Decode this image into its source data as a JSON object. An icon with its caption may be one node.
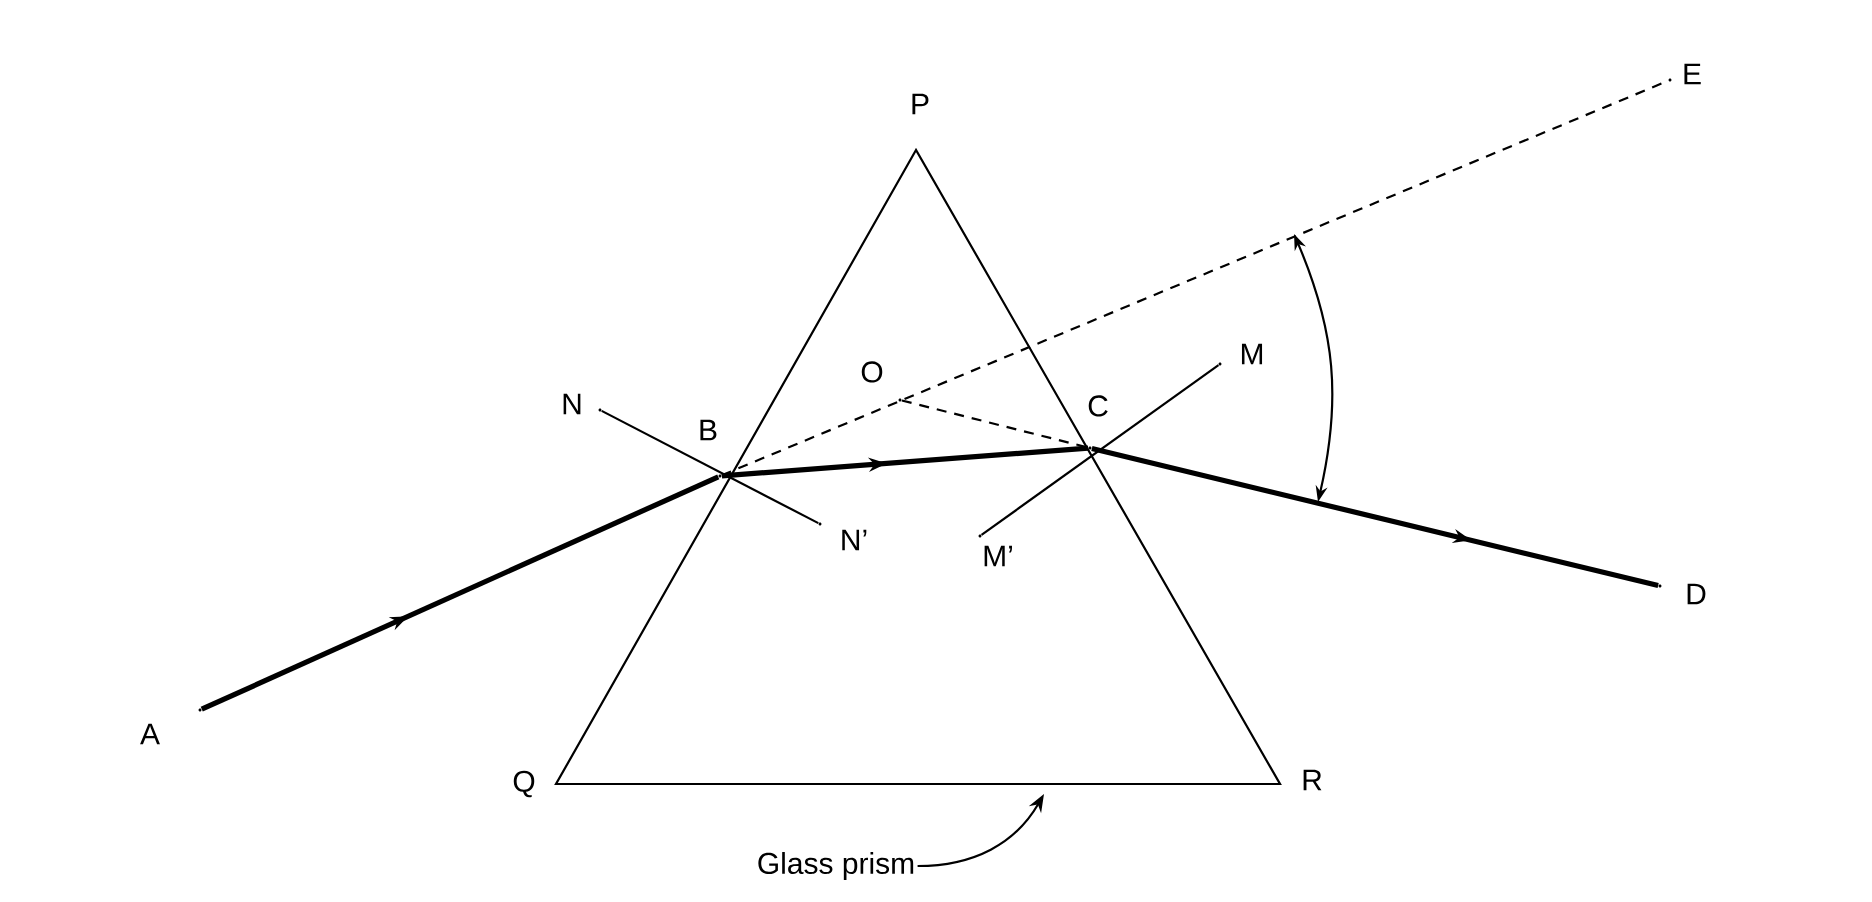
{
  "diagram": {
    "nodes": [
      {
        "text": [],
        "shape": "point",
        "beside": [
          "A"
        ]
      },
      {
        "text": [],
        "shape": "point",
        "beside": [
          "B"
        ]
      },
      {
        "text": [],
        "shape": "point",
        "beside": [
          "C"
        ]
      },
      {
        "text": [],
        "shape": "point",
        "beside": [
          "D"
        ]
      },
      {
        "text": [],
        "shape": "point",
        "beside": [
          "E"
        ]
      },
      {
        "text": [],
        "shape": "point",
        "beside": [
          "O"
        ]
      },
      {
        "text": [],
        "shape": "point",
        "beside": [
          "N"
        ]
      },
      {
        "text": [],
        "shape": "point",
        "beside": [
          "N’"
        ]
      },
      {
        "text": [],
        "shape": "point",
        "beside": [
          "M"
        ]
      },
      {
        "text": [],
        "shape": "point",
        "beside": [
          "M’"
        ]
      },
      {
        "text": [
          "Glass prism"
        ]
      }
    ],
    "edges": [
      {
        "from": 0,
        "to": 1,
        "arrow": "to",
        "style": "thick"
      },
      {
        "from": 1,
        "to": 2,
        "arrow": "to",
        "style": "thick"
      },
      {
        "from": 2,
        "to": 3,
        "arrow": "to",
        "style": "thick"
      },
      {
        "from": 1,
        "to": 4,
        "arrow": "none",
        "style": "dashed"
      },
      {
        "from": 5,
        "to": 2,
        "arrow": "none",
        "style": "dashed"
      },
      {
        "from": 6,
        "to": 7,
        "arrow": "none"
      },
      {
        "from": 8,
        "to": 9,
        "arrow": "none"
      },
      {
        "from": 10,
        "to": null,
        "arrow": "to"
      }
    ],
    "labels": [
      "P",
      "Q",
      "R"
    ]
  }
}
